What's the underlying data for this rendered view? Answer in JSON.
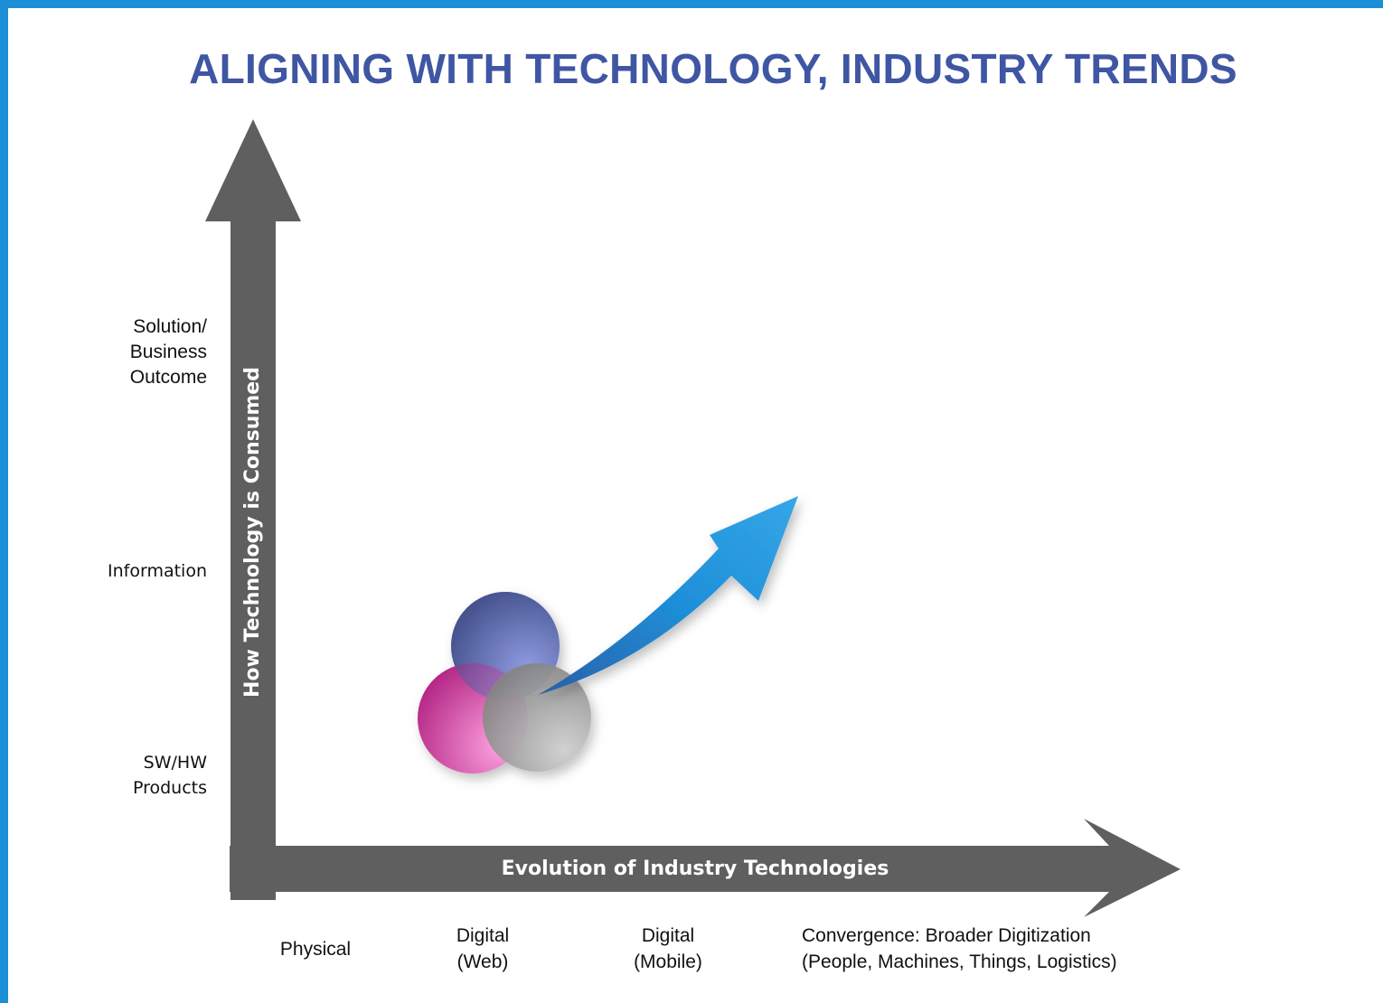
{
  "title": "ALIGNING WITH TECHNOLOGY, INDUSTRY TRENDS",
  "y_axis": {
    "label": "How Technology is Consumed",
    "levels": [
      {
        "line1": "Solution/",
        "line2": "Business",
        "line3": "Outcome"
      },
      {
        "line1": "Information"
      },
      {
        "line1": "SW/HW",
        "line2": "Products"
      }
    ]
  },
  "x_axis": {
    "label": "Evolution of Industry Technologies",
    "stages": [
      {
        "line1": "Physical"
      },
      {
        "line1": "Digital",
        "line2": "(Web)"
      },
      {
        "line1": "Digital",
        "line2": "(Mobile)"
      },
      {
        "line1": "Convergence: Broader Digitization",
        "line2": "(People, Machines, Things, Logistics)"
      }
    ]
  },
  "colors": {
    "frame": "#1a8fd6",
    "title": "#3f56a3",
    "axis": "#5f5f5f",
    "circle_blue": "#5a66a8",
    "circle_pink": "#d0389f",
    "circle_gray": "#a9a9a9",
    "trend_arrow": "#1e8fd8"
  },
  "icons": [
    "trend-arrow-icon",
    "venn-circles-icon"
  ]
}
